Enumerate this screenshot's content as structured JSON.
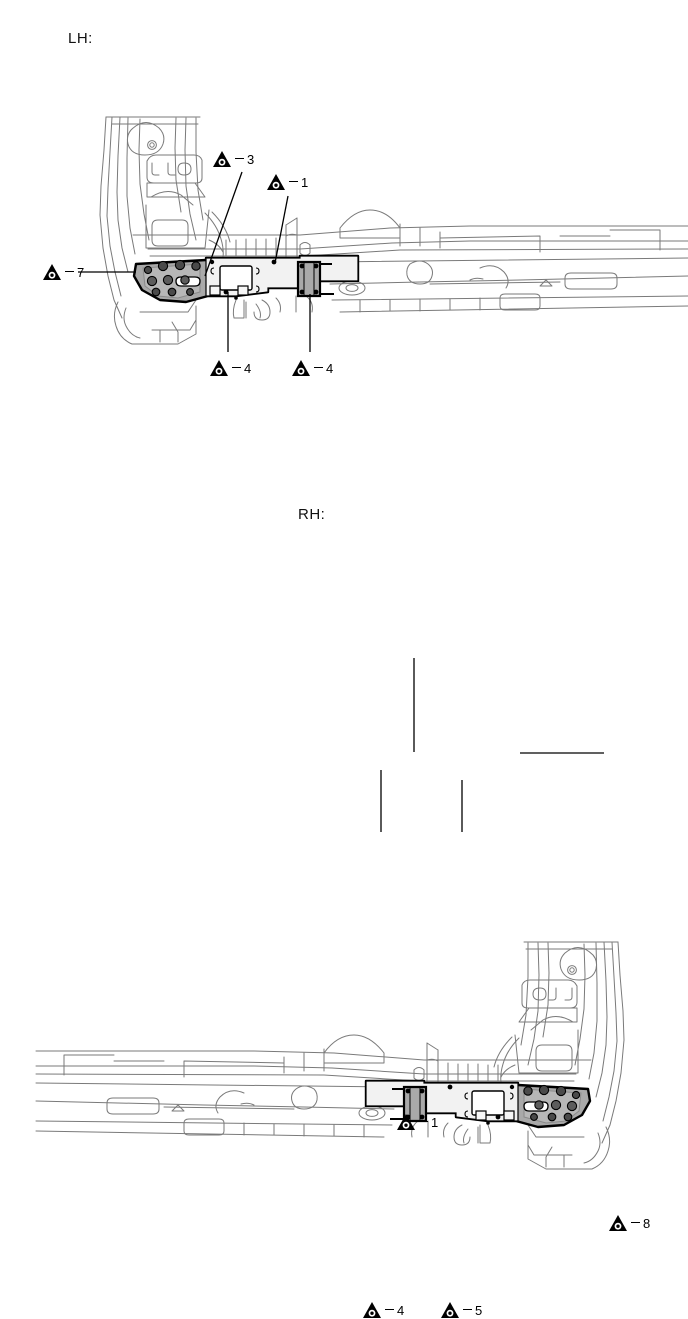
{
  "document": {
    "type": "service-manual-illustration",
    "description": "Vehicle front body side member reinforcement — left hand and right hand views with numbered installation point callouts"
  },
  "colors": {
    "line": "#000000",
    "thin_line": "#7a7a7a",
    "part_fill": "#a9a9a9",
    "hole_fill": "#4a4a4a",
    "background": "#ffffff",
    "marker": "#000000"
  },
  "figures": [
    {
      "id": "lh-figure",
      "label": "LH:",
      "label_name": "lh-view-label",
      "callouts": [
        {
          "id": "lh-callout-3",
          "number": "3",
          "leader": "diagonal-down-left"
        },
        {
          "id": "lh-callout-1",
          "number": "1",
          "leader": "diagonal-down-left"
        },
        {
          "id": "lh-callout-7",
          "number": "7",
          "leader": "horizontal-right"
        },
        {
          "id": "lh-callout-4a",
          "number": "4",
          "leader": "vertical-up"
        },
        {
          "id": "lh-callout-4b",
          "number": "4",
          "leader": "vertical-up"
        }
      ]
    },
    {
      "id": "rh-figure",
      "label": "RH:",
      "label_name": "rh-view-label",
      "callouts": [
        {
          "id": "rh-callout-1",
          "number": "1",
          "leader": "vertical-down"
        },
        {
          "id": "rh-callout-8",
          "number": "8",
          "leader": "horizontal-left"
        },
        {
          "id": "rh-callout-4",
          "number": "4",
          "leader": "vertical-up"
        },
        {
          "id": "rh-callout-5",
          "number": "5",
          "leader": "vertical-up"
        }
      ]
    }
  ],
  "marker": {
    "shape": "filled-triangle-with-ring-and-dot",
    "name": "torque-spec-marker"
  }
}
